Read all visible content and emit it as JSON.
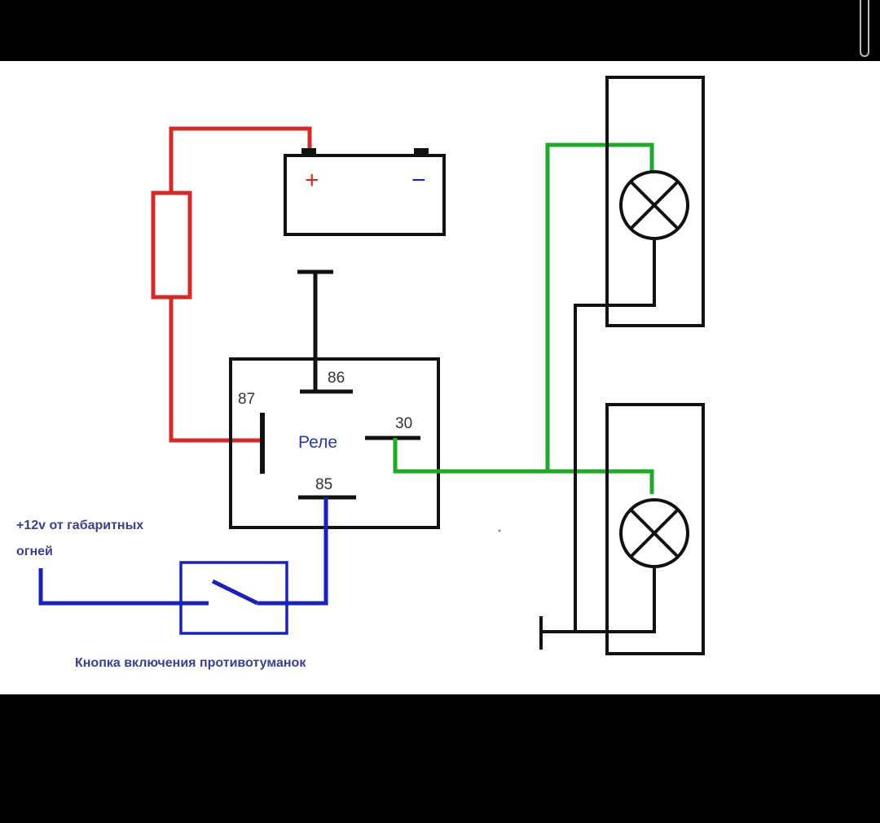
{
  "diagram": {
    "battery": {
      "plus": "+",
      "minus": "−"
    },
    "relay": {
      "label": "Реле",
      "pins": {
        "p86": "86",
        "p87": "87",
        "p30": "30",
        "p85": "85"
      }
    },
    "source_label_line1": "+12v от габаритных",
    "source_label_line2": "огней",
    "switch_label": "Кнопка включения противотуманок",
    "colors": {
      "power": "#d42a2a",
      "control": "#1a22b8",
      "lamp": "#1faa2a",
      "ground": "#111111"
    }
  }
}
